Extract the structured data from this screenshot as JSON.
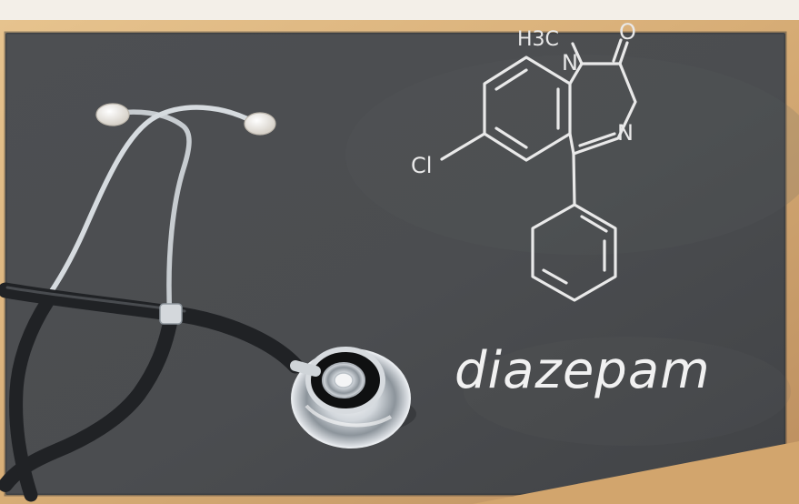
{
  "scene": {
    "subject": "stethoscope on chalkboard with diazepam structure",
    "word": "diazepam"
  },
  "molecule": {
    "labels": {
      "methyl": "H3C",
      "nitrogen_top": "N",
      "oxygen": "O",
      "nitrogen_right": "N",
      "chlorine": "Cl"
    }
  },
  "colors": {
    "board": "#4b4d50",
    "board_dark": "#3a3c3f",
    "chalk": "#e9e9e9",
    "frame_wood": "#d8b37f",
    "frame_wood_dark": "#b98f5d",
    "tubing": "#202225",
    "metal": "#cfd4d8"
  }
}
